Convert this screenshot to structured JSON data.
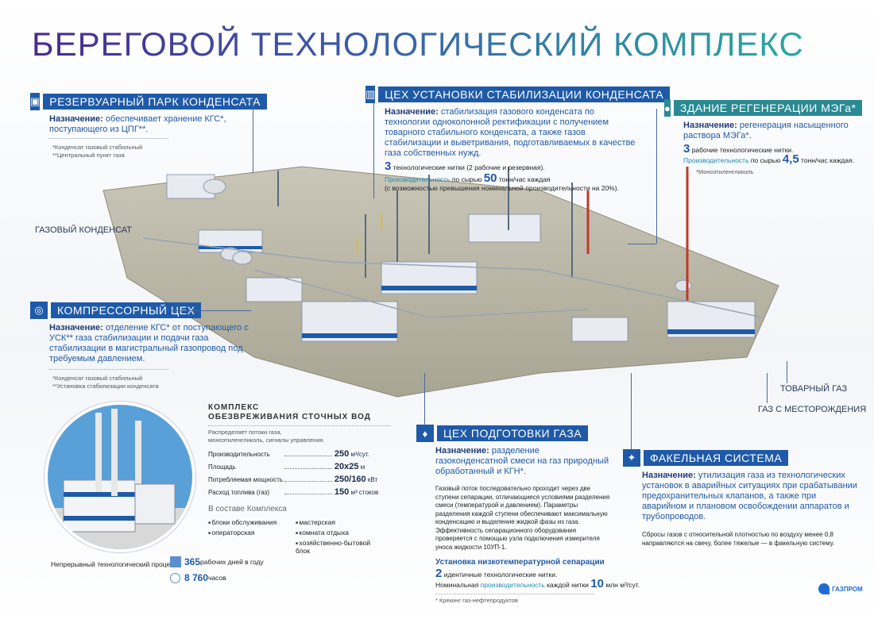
{
  "title": "БЕРЕГОВОЙ ТЕХНОЛОГИЧЕСКИЙ КОМПЛЕКС",
  "colors": {
    "primary": "#1f5aa8",
    "teal": "#2a8a93",
    "accent": "#1f8ca8"
  },
  "rezervuar": {
    "label": "РЕЗЕРВУАРНЫЙ ПАРК КОНДЕНСАТА",
    "icon": "tank-icon",
    "purpose_label": "Назначение:",
    "purpose_text": " обеспечивает хранение КГС*, поступающего из ЦПГ**.",
    "notes": [
      "*Конденсат газовый стабильный",
      "**Центральный пункт газа"
    ]
  },
  "cehstab": {
    "label": "ЦЕХ УСТАНОВКИ СТАБИЛИЗАЦИИ КОНДЕНСАТА",
    "icon": "column-icon",
    "purpose_label": "Назначение:",
    "purpose_text": " стабилизация газового конденсата по технологии одноколонной ректификации с получением товарного стабильного конденсата, а также газов стабилизации и выветривания, подготавливаемых в качестве газа собственных нужд.",
    "lines_num": "3",
    "lines_text": " технологические нитки (2 рабочие и резервная).",
    "prod_label": "Производительность",
    "prod_mid": " по сырью ",
    "prod_num": "50",
    "prod_unit": " тонн/час каждая",
    "prod_note": "(с возможностью превышения номинальной производительности на 20%)."
  },
  "regen": {
    "label": "ЗДАНИЕ РЕГЕНЕРАЦИИ  МЭГа*",
    "icon": "drop-icon",
    "purpose_label": "Назначение:",
    "purpose_text": " регенерация насыщенного раствора МЭГа*.",
    "lines_num": "3",
    "lines_text": " рабочие технологические нитки.",
    "prod_label": "Производительность",
    "prod_mid": " по сырью ",
    "prod_num": "4,5",
    "prod_unit": " тонн/час каждая.",
    "note": "*Моноэтиленгликоль"
  },
  "gas_condensate_label": "ГАЗОВЫЙ КОНДЕНСАТ",
  "compressor": {
    "label": "КОМПРЕССОРНЫЙ ЦЕХ",
    "icon": "compressor-icon",
    "purpose_label": "Назначение:",
    "purpose_text": " отделение КГС* от поступающего с УСК** газа стабилизации и подачи газа стабилизации в магистральный газопровод под требуемым давлением.",
    "notes": [
      "*Конденсат газовый стабильный",
      "**Установка стабилизации конденсата"
    ]
  },
  "tovar_gas_label": "ТОВАРНЫЙ ГАЗ",
  "field_gas_label": "ГАЗ С МЕСТОРОЖДЕНИЯ",
  "sewage": {
    "title": "КОМПЛЕКС\nОБЕЗВРЕЖИВАНИЯ СТОЧНЫХ ВОД",
    "desc": "Распределяет потоки газа, моноэтиленгликоль, сигналы управления.",
    "specs": [
      {
        "name": "Производительность",
        "value": "250",
        "unit": " м³/сут."
      },
      {
        "name": "Площадь",
        "value": "20х25",
        "unit": " м"
      },
      {
        "name": "Потребляемая мощность",
        "value": "250/160",
        "unit": " кВт"
      },
      {
        "name": "Расход топлива (газ)",
        "value": "150",
        "unit": " м³ стоков"
      }
    ],
    "composition_title": "В составе Комплекса",
    "composition": [
      "блоки обслуживания",
      "мастерская",
      "операторская",
      "комната отдыха",
      "хозяйственно-бытовой блок"
    ]
  },
  "process": {
    "label": "Непрерывный технологический процесс",
    "days_num": "365",
    "days_text": " рабочих дней в году",
    "hours_num": "8 760",
    "hours_text": " часов"
  },
  "gasprep": {
    "label": "ЦЕХ ПОДГОТОВКИ ГАЗА",
    "icon": "flame-icon",
    "purpose_label": "Назначение:",
    "purpose_text": " разделение газоконденсатной смеси на газ природный обработанный и КГН*.",
    "body": "Газовый поток последовательно проходит через две ступени сепарации, отличающиеся условиями разделения смеси (температурой и давлением). Параметры разделения каждой ступени обеспечивают максимальную конденсацию и выделение жидкой фазы из газа. Эффективность сепарационного оборудования проверяется с помощью узла подключения измерителя уноса жидкости 10УП-1.",
    "subtitle": "Установка низкотемпературной сепарации",
    "lines_num": "2",
    "lines_text": " идентичные технологические нитки.",
    "prod_pre": "Номинальная ",
    "prod_label": "производительность",
    "prod_mid": " каждой нитки ",
    "prod_num": "10",
    "prod_unit": " млн м³/сут.",
    "note": "* Крекинг газ-нефтепродуктов"
  },
  "flare": {
    "label": "ФАКЕЛЬНАЯ СИСТЕМА",
    "icon": "flare-icon",
    "purpose_label": "Назначение:",
    "purpose_text": " утилизация газа из технологических установок в аварийных ситуациях при срабатывании предохранительных клапанов, а также при аварийном и плановом освобождении аппаратов и трубопроводов.",
    "body": "Сбросы газов с относительной плотностью по воздуху менее 0,8 направляются на свечу, более тяжелые — в факельную систему."
  },
  "logo_text": "ГАЗПРОМ"
}
